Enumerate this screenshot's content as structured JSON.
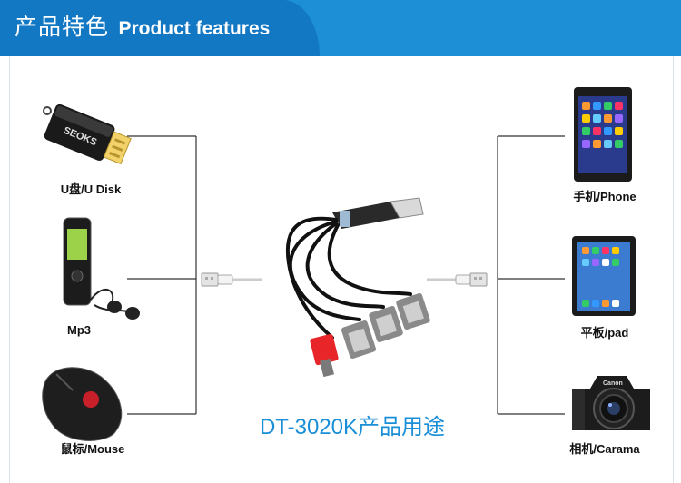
{
  "header": {
    "title_cn": "产品特色",
    "title_en": "Product features"
  },
  "devices": {
    "udisk": {
      "label": "U盘/U Disk",
      "icon": "usb-drive-icon"
    },
    "mp3": {
      "label": "Mp3",
      "icon": "mp3-player-icon"
    },
    "mouse": {
      "label": "鼠标/Mouse",
      "icon": "mouse-icon"
    },
    "phone": {
      "label": "手机/Phone",
      "icon": "smartphone-icon"
    },
    "pad": {
      "label": "平板/pad",
      "icon": "tablet-icon"
    },
    "camera": {
      "label": "相机/Carama",
      "icon": "camera-icon"
    }
  },
  "usb_drive_brand": "SEOKS",
  "camera_brand": "Canon",
  "product": {
    "caption": "DT-3020K产品用途"
  },
  "colors": {
    "header_light": "#1c8fd6",
    "header_dark": "#1378c4",
    "caption_blue": "#1a8fd8",
    "connector_red": "#e8262a"
  }
}
